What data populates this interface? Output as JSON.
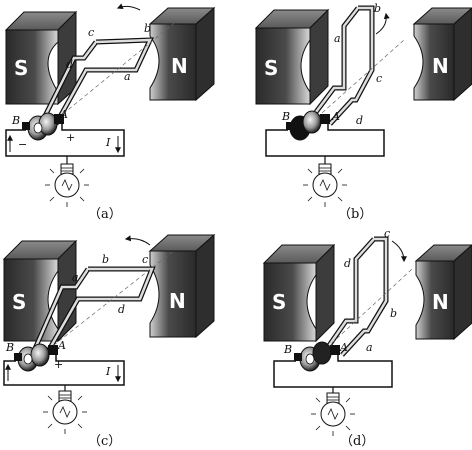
{
  "pole_labels": {
    "south": "S",
    "north": "N"
  },
  "panels": [
    {
      "caption": "（a）",
      "coil": {
        "a": "a",
        "b": "b",
        "c": "c",
        "d": "d"
      },
      "brushes": {
        "left": "B",
        "right": "A"
      },
      "signs": {
        "plus": "+",
        "minus": "−"
      },
      "current_label": "I"
    },
    {
      "caption": "（b）",
      "coil": {
        "a": "a",
        "b": "b",
        "c": "c",
        "d": "d"
      },
      "brushes": {
        "left": "B",
        "right": "A"
      }
    },
    {
      "caption": "（c）",
      "coil": {
        "a": "a",
        "b": "b",
        "c": "c",
        "d": "d"
      },
      "brushes": {
        "left": "B",
        "right": "A"
      },
      "signs": {
        "plus": "+"
      },
      "current_label": "I"
    },
    {
      "caption": "（d）",
      "coil": {
        "a": "a",
        "b": "b",
        "c": "c",
        "d": "d"
      },
      "brushes": {
        "left": "B",
        "right": "A"
      }
    }
  ]
}
